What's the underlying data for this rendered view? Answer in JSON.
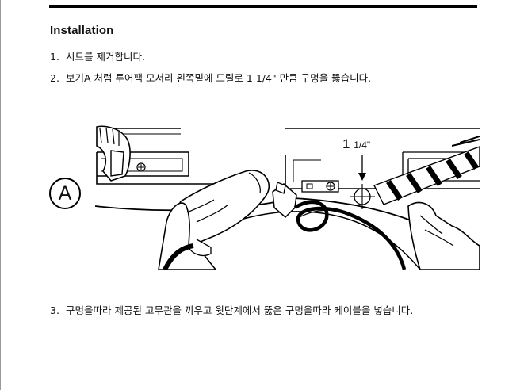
{
  "section": {
    "title": "Installation"
  },
  "steps": [
    {
      "number": "1.",
      "text": "시트를 제거합니다."
    },
    {
      "number": "2.",
      "text": "보기A 처럼 투어팩 모서리 왼쪽밑에 드릴로 1 1/4\" 만큼 구멍을 뚫습니다."
    },
    {
      "number": "3.",
      "text": "구멍을따라 제공된 고무관을 끼우고 윗단계에서 뚫은 구멍을따라 케이블을 넣습니다."
    }
  ],
  "figure": {
    "label": "A",
    "dimension_whole": "1",
    "dimension_fraction": "1/4\""
  }
}
